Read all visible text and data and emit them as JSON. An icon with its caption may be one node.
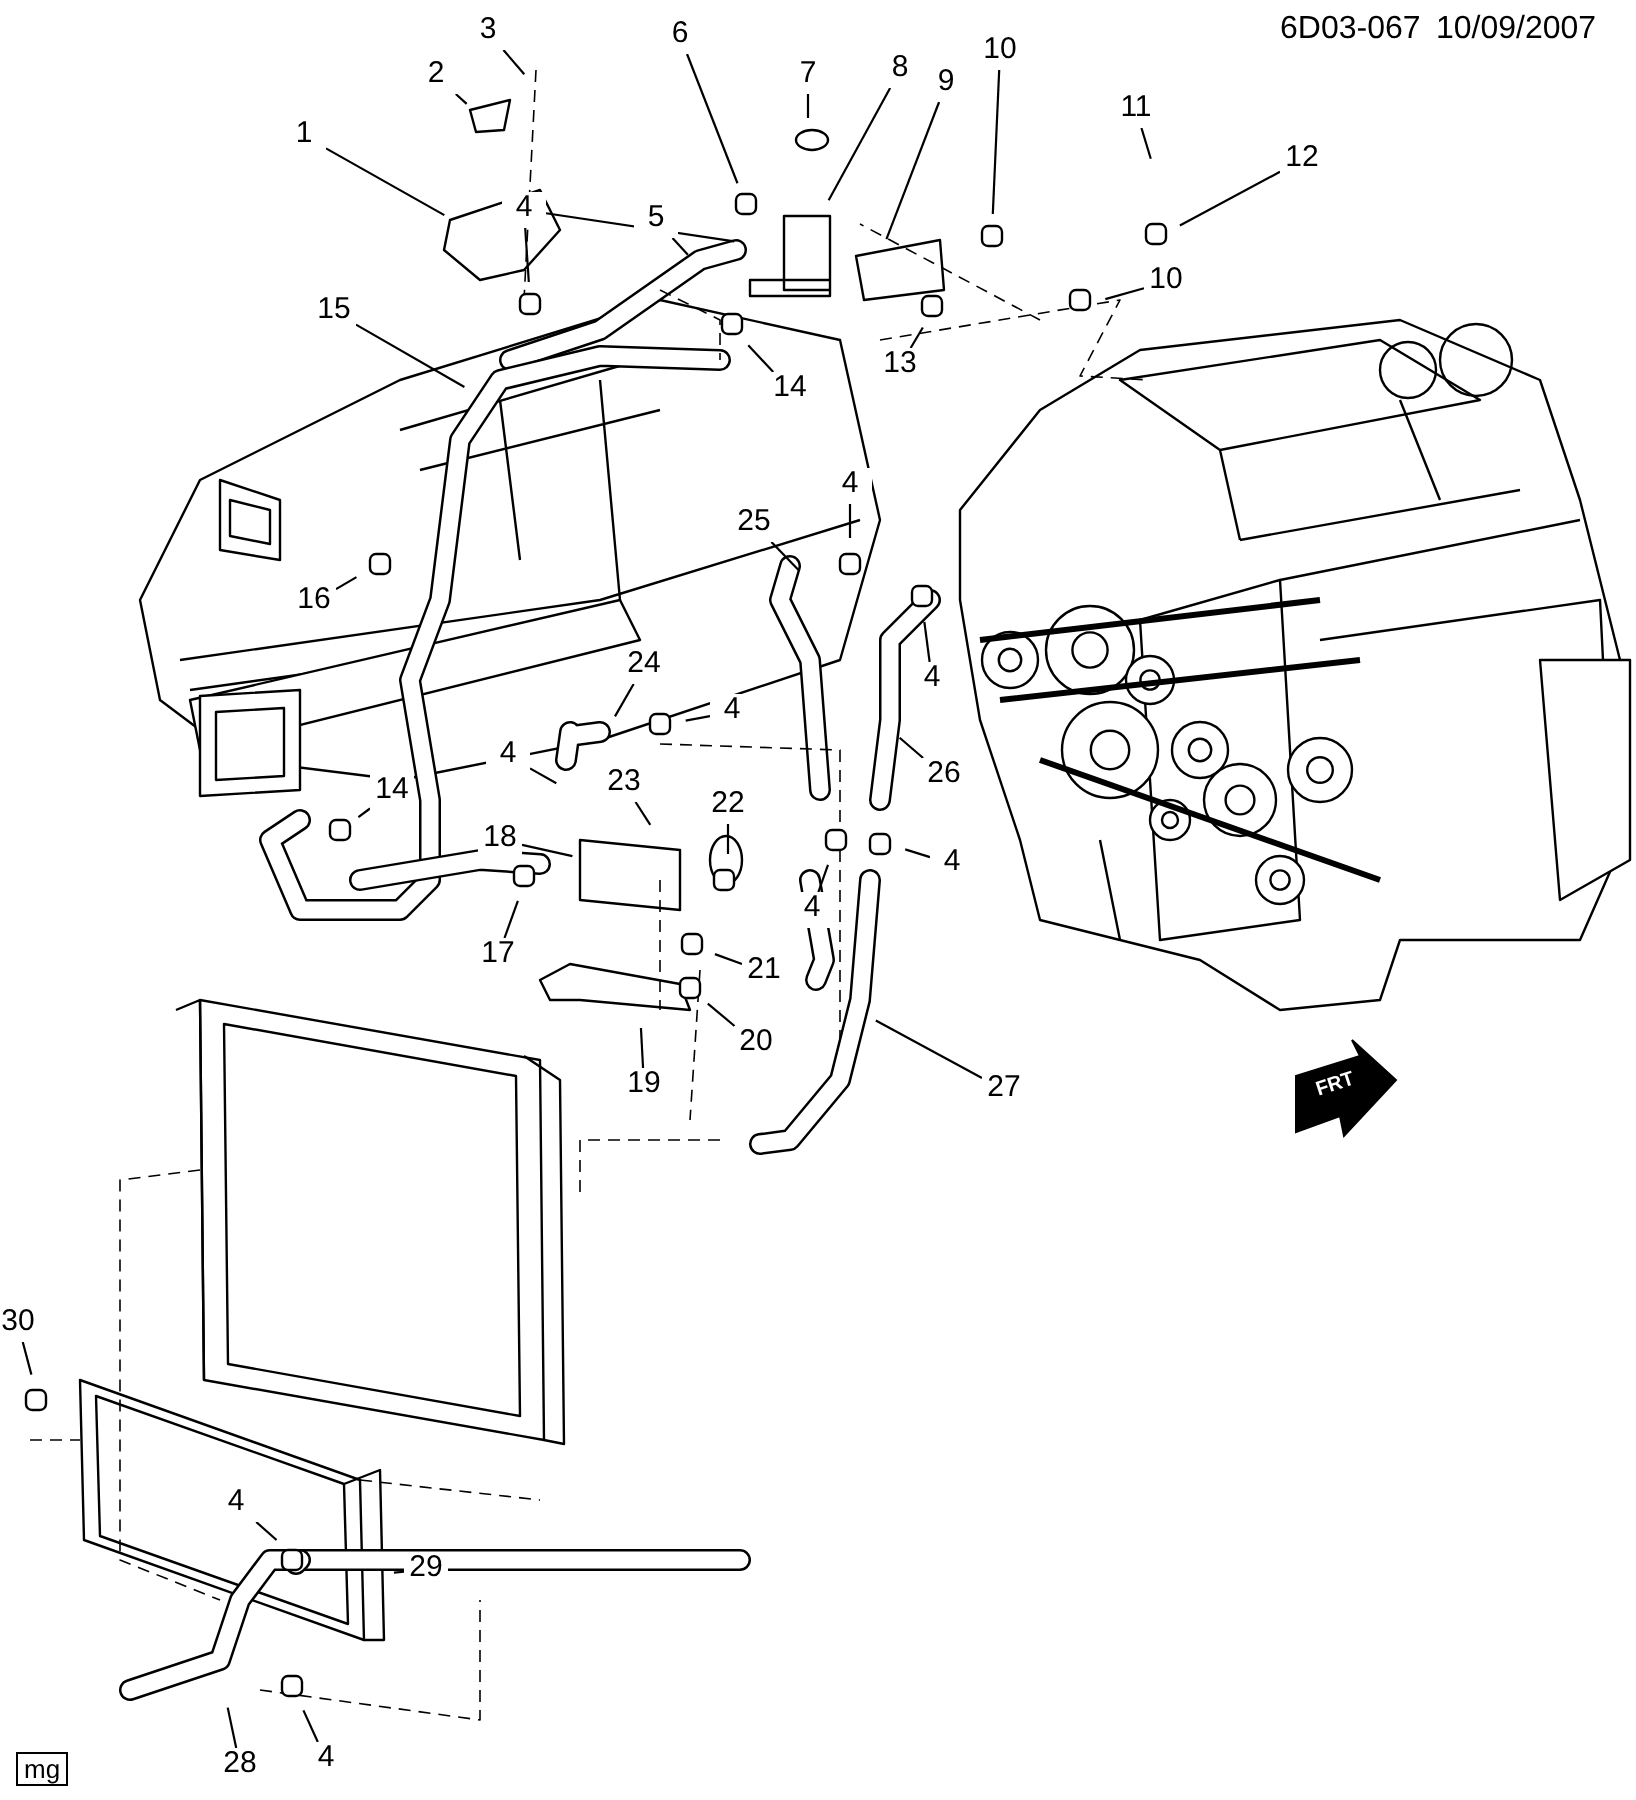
{
  "diagram": {
    "nodes": [
      {
        "text": [
          "3"
        ]
      },
      {
        "text": [
          "6"
        ]
      },
      {
        "text": [
          "10"
        ]
      },
      {
        "text": [
          "8"
        ]
      },
      {
        "text": [
          "2"
        ]
      },
      {
        "text": [
          "7"
        ]
      },
      {
        "text": [
          "9"
        ]
      },
      {
        "text": [
          "11"
        ]
      },
      {
        "text": [
          "1"
        ]
      },
      {
        "text": [
          "12"
        ]
      },
      {
        "text": [
          "4"
        ]
      },
      {
        "text": [
          "5"
        ]
      },
      {
        "text": [
          "10"
        ]
      },
      {
        "text": [
          "15"
        ]
      },
      {
        "text": [
          "13"
        ]
      },
      {
        "text": [
          "14"
        ]
      },
      {
        "text": [
          "4"
        ]
      },
      {
        "text": [
          "25"
        ]
      },
      {
        "text": [
          "16"
        ]
      },
      {
        "text": [
          "24"
        ]
      },
      {
        "text": [
          "4"
        ]
      },
      {
        "text": [
          "4"
        ]
      },
      {
        "text": [
          "4"
        ]
      },
      {
        "text": [
          "26"
        ]
      },
      {
        "text": [
          "23"
        ]
      },
      {
        "text": [
          "14"
        ]
      },
      {
        "text": [
          "18"
        ]
      },
      {
        "text": [
          "22"
        ]
      },
      {
        "text": [
          "4"
        ]
      },
      {
        "text": [
          "4"
        ]
      },
      {
        "text": [
          "17"
        ]
      },
      {
        "text": [
          "21"
        ]
      },
      {
        "text": [
          "20"
        ]
      },
      {
        "text": [
          "19"
        ]
      },
      {
        "text": [
          "27"
        ]
      },
      {
        "text": [
          "30"
        ]
      },
      {
        "text": [
          "4"
        ]
      },
      {
        "text": [
          "29"
        ]
      },
      {
        "text": [
          "28"
        ]
      },
      {
        "text": [
          "4"
        ]
      }
    ],
    "edges": [
      {
        "from": 0,
        "to": null,
        "arrow": "none"
      },
      {
        "from": 1,
        "to": null,
        "arrow": "none"
      },
      {
        "from": 2,
        "to": null,
        "arrow": "none"
      },
      {
        "from": 3,
        "to": null,
        "arrow": "none"
      },
      {
        "from": 4,
        "to": null,
        "arrow": "none"
      },
      {
        "from": 5,
        "to": null,
        "arrow": "none"
      },
      {
        "from": 6,
        "to": null,
        "arrow": "none"
      },
      {
        "from": 7,
        "to": null,
        "arrow": "none"
      },
      {
        "from": 8,
        "to": null,
        "arrow": "none"
      },
      {
        "from": 9,
        "to": null,
        "arrow": "none"
      },
      {
        "from": 10,
        "to": null,
        "arrow": "none"
      },
      {
        "from": 10,
        "to": null,
        "arrow": "none"
      },
      {
        "from": 11,
        "to": null,
        "arrow": "none"
      },
      {
        "from": 12,
        "to": null,
        "arrow": "none"
      },
      {
        "from": 13,
        "to": null,
        "arrow": "none"
      },
      {
        "from": 14,
        "to": null,
        "arrow": "none"
      },
      {
        "from": 15,
        "to": null,
        "arrow": "none"
      },
      {
        "from": 16,
        "to": null,
        "arrow": "none"
      },
      {
        "from": 17,
        "to": null,
        "arrow": "none"
      },
      {
        "from": 18,
        "to": null,
        "arrow": "none"
      },
      {
        "from": 19,
        "to": null,
        "arrow": "none"
      },
      {
        "from": 20,
        "to": null,
        "arrow": "none"
      },
      {
        "from": 21,
        "to": null,
        "arrow": "none"
      },
      {
        "from": 22,
        "to": null,
        "arrow": "none"
      },
      {
        "from": 23,
        "to": null,
        "arrow": "none"
      },
      {
        "from": 24,
        "to": null,
        "arrow": "none"
      },
      {
        "from": 25,
        "to": null,
        "arrow": "none"
      },
      {
        "from": 26,
        "to": null,
        "arrow": "none"
      },
      {
        "from": 27,
        "to": null,
        "arrow": "none"
      },
      {
        "from": 28,
        "to": null,
        "arrow": "none"
      },
      {
        "from": 29,
        "to": null,
        "arrow": "none"
      },
      {
        "from": 30,
        "to": null,
        "arrow": "none"
      },
      {
        "from": 31,
        "to": null,
        "arrow": "none"
      },
      {
        "from": 32,
        "to": null,
        "arrow": "none"
      },
      {
        "from": 33,
        "to": null,
        "arrow": "none"
      },
      {
        "from": 34,
        "to": null,
        "arrow": "none"
      },
      {
        "from": 35,
        "to": null,
        "arrow": "none"
      },
      {
        "from": 36,
        "to": null,
        "arrow": "none"
      },
      {
        "from": 37,
        "to": null,
        "arrow": "none"
      },
      {
        "from": 38,
        "to": null,
        "arrow": "none"
      },
      {
        "from": 39,
        "to": null,
        "arrow": "none"
      }
    ],
    "labels": [
      "6D03-067",
      "10/09/2007",
      "FRT",
      "mg"
    ]
  }
}
